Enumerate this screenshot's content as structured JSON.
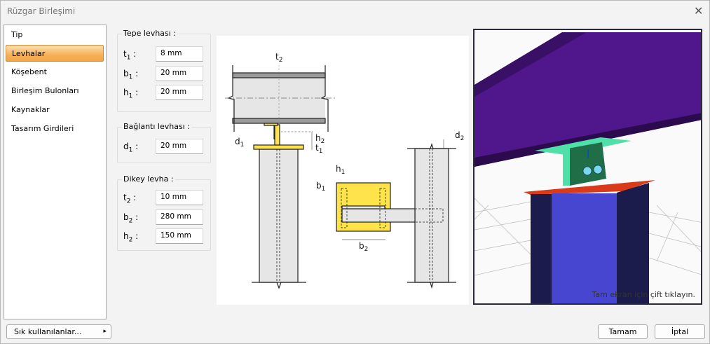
{
  "window": {
    "title": "Rüzgar Birleşimi",
    "close": "✕"
  },
  "sidebar": {
    "items": [
      {
        "label": "Tip"
      },
      {
        "label": "Levhalar"
      },
      {
        "label": "Köşebent"
      },
      {
        "label": "Birleşim Bulonları"
      },
      {
        "label": "Kaynaklar"
      },
      {
        "label": "Tasarım Girdileri"
      }
    ],
    "selected": "Levhalar"
  },
  "groups": {
    "tepe": {
      "title": "Tepe levhası :",
      "fields": [
        {
          "l": "t",
          "s": "1",
          "value": "8 mm"
        },
        {
          "l": "b",
          "s": "1",
          "value": "20 mm"
        },
        {
          "l": "h",
          "s": "1",
          "value": "20 mm"
        }
      ]
    },
    "baglanti": {
      "title": "Bağlantı levhası :",
      "fields": [
        {
          "l": "d",
          "s": "1",
          "value": "20 mm"
        }
      ]
    },
    "dikey": {
      "title": "Dikey levha :",
      "fields": [
        {
          "l": "t",
          "s": "2",
          "value": "10 mm"
        },
        {
          "l": "b",
          "s": "2",
          "value": "280 mm"
        },
        {
          "l": "h",
          "s": "2",
          "value": "150 mm"
        }
      ]
    }
  },
  "diagram": {
    "labels": {
      "t2": "t",
      "h2": "h",
      "d1": "d",
      "t1": "t",
      "d2": "d",
      "h1": "h",
      "b1": "b",
      "b2": "b",
      "s1": "1",
      "s2": "2"
    }
  },
  "view3d": {
    "hint": "Tam ekran için çift tıklayın."
  },
  "footer": {
    "favorites": "Sık kullanılanlar...",
    "favorites_arrow": "▸",
    "ok": "Tamam",
    "cancel": "İptal"
  },
  "colors": {
    "selected": "#f8b158",
    "plate": "#ffe34a",
    "beam": "#4e1a8a",
    "column": "#4646d0",
    "base": "#d83a1a",
    "angle": "#2a8a5a"
  }
}
